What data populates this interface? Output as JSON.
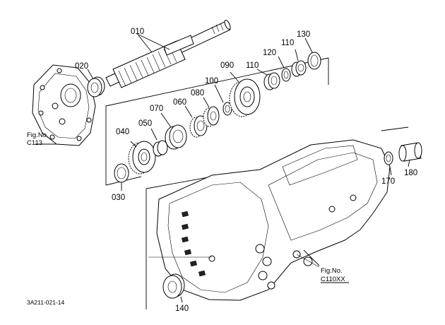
{
  "part_labels": {
    "p010": "010",
    "p020": "020",
    "p030": "030",
    "p040": "040",
    "p050": "050",
    "p060": "060",
    "p070": "070",
    "p080": "080",
    "p090": "090",
    "p100": "100",
    "p110a": "110",
    "p110b": "110",
    "p120": "120",
    "p130": "130",
    "p140": "140",
    "p170": "170",
    "p180": "180"
  },
  "references": {
    "left": {
      "line1": "Fig.No.",
      "line2": "C113"
    },
    "right": {
      "line1": "Fig.No.",
      "line2": "C110XX"
    }
  },
  "drawing_code": "3A211-021-14"
}
